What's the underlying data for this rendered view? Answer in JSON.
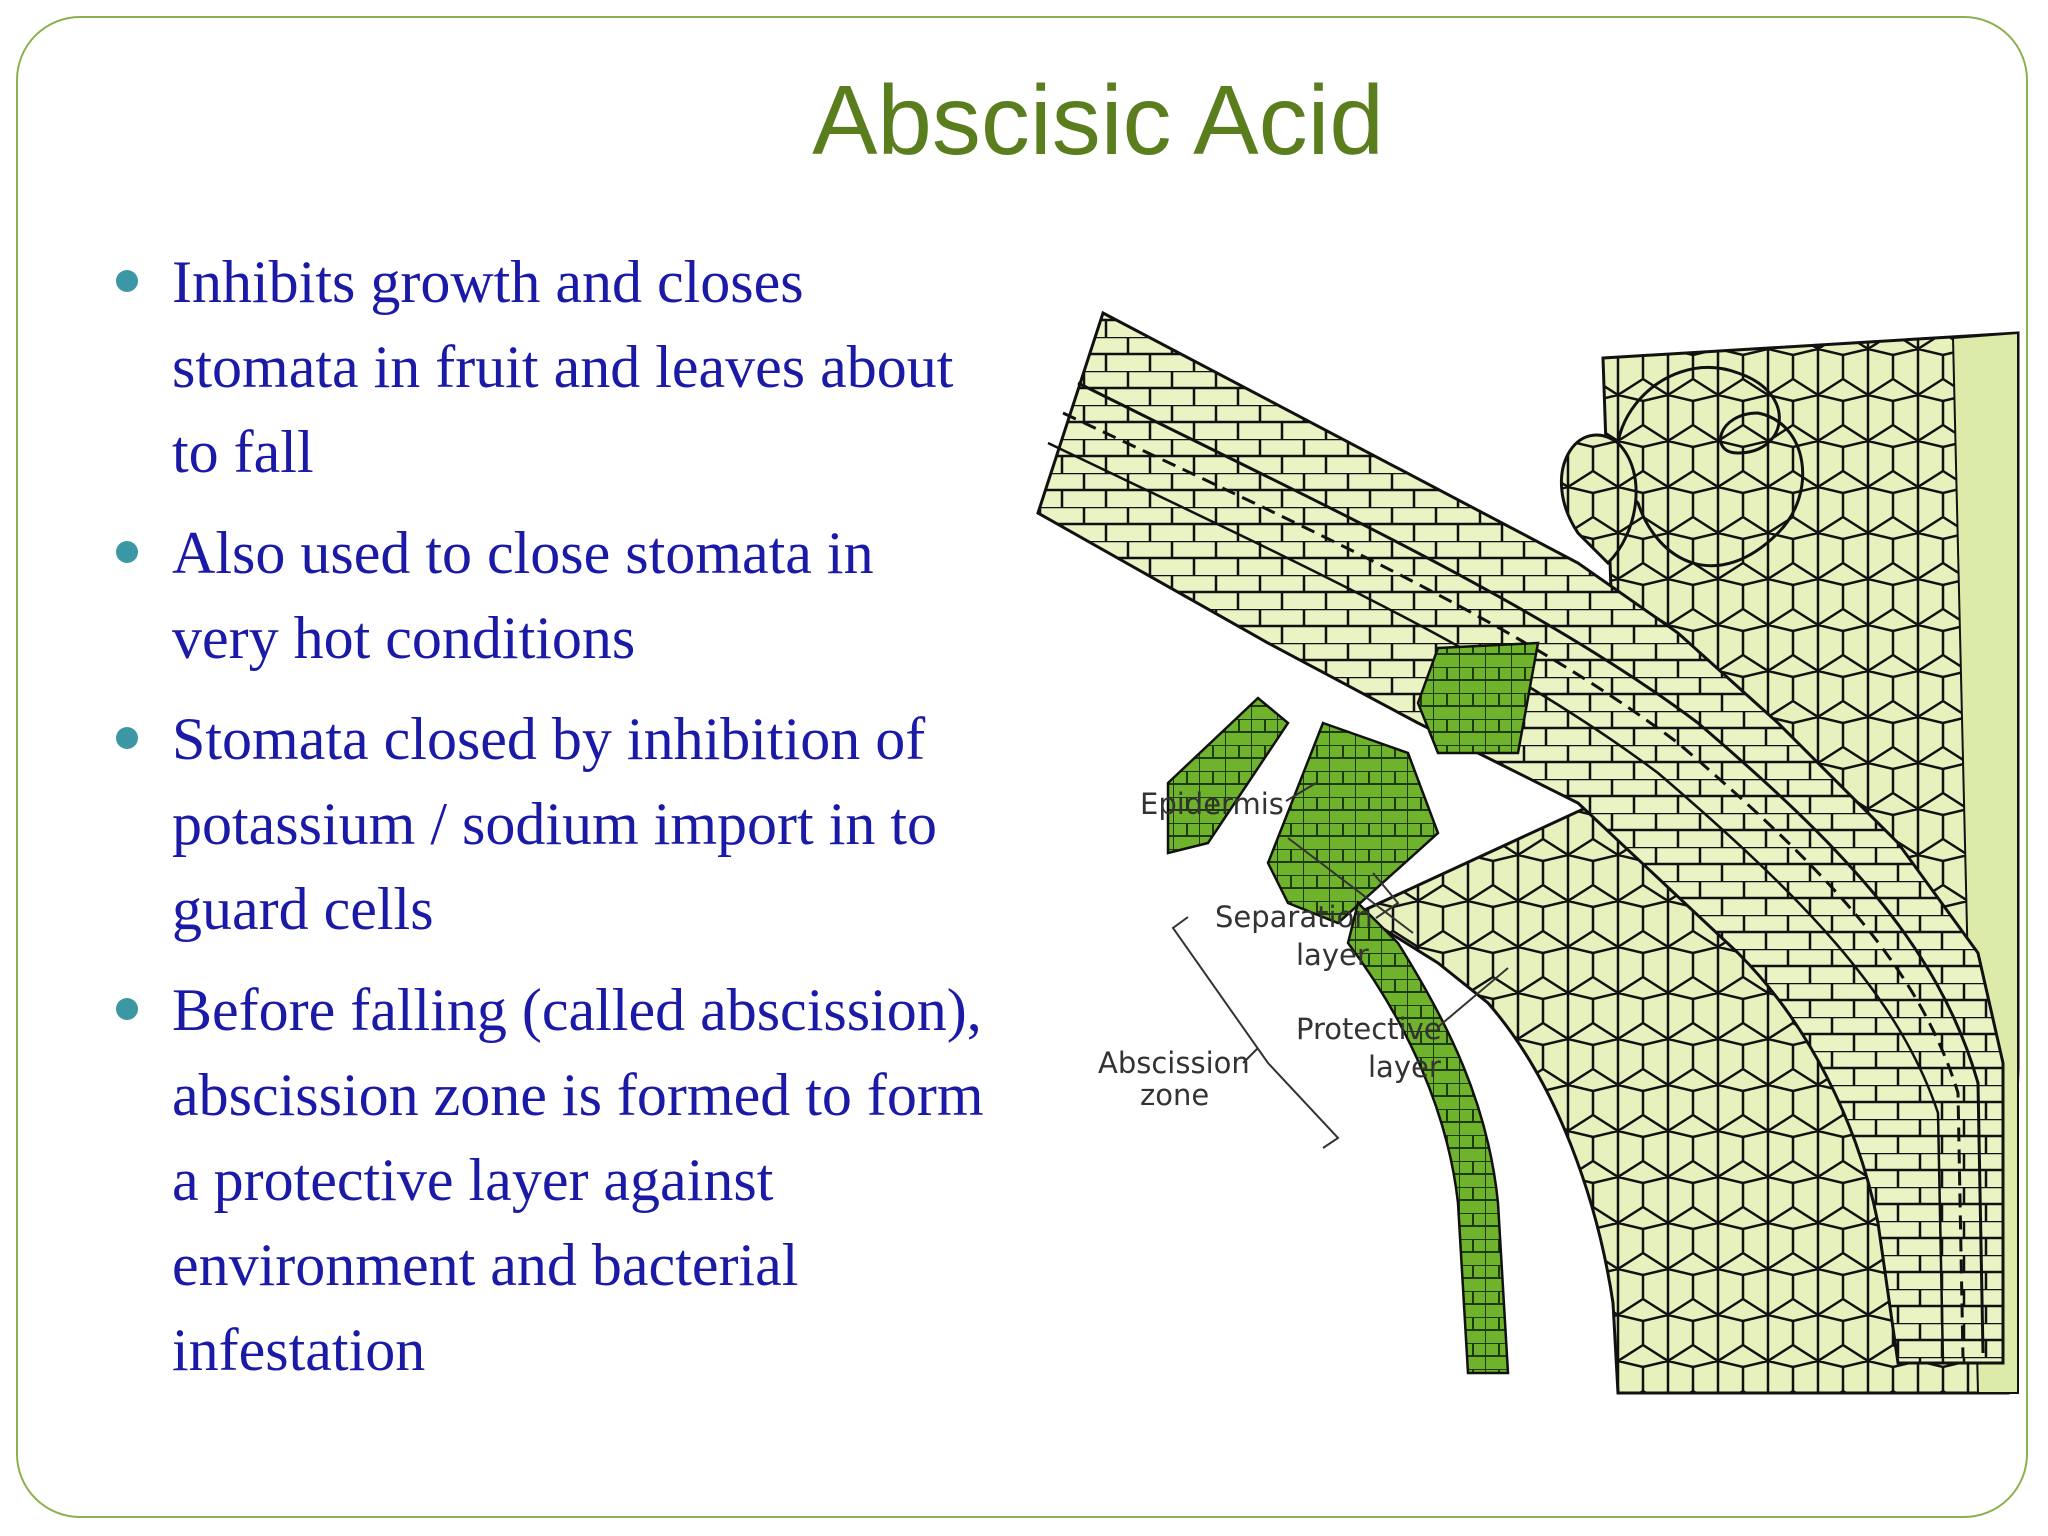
{
  "slide": {
    "title": "Abscisic Acid",
    "bullets": [
      "Inhibits growth and closes stomata in fruit and leaves about to fall",
      "Also used to close stomata in very hot conditions",
      "Stomata closed by inhibition of potassium / sodium import in to guard cells",
      "Before falling (called abscission), abscission zone is formed to form a protective layer against environment and bacterial infestation"
    ]
  },
  "figure": {
    "labels": {
      "epidermis": "Epidermis",
      "separation_1": "Separation",
      "separation_2": "layer",
      "protective_1": "Protective",
      "protective_2": "layer",
      "abscission_1": "Abscission",
      "abscission_2": "zone"
    }
  },
  "colors": {
    "title": "#5a7d1e",
    "text": "#1a1aa6",
    "bullet_dot": "#3c97a5",
    "border": "#8cb04e",
    "cell_light": "#e9f3c4",
    "cell_dark": "#6fb22b"
  }
}
